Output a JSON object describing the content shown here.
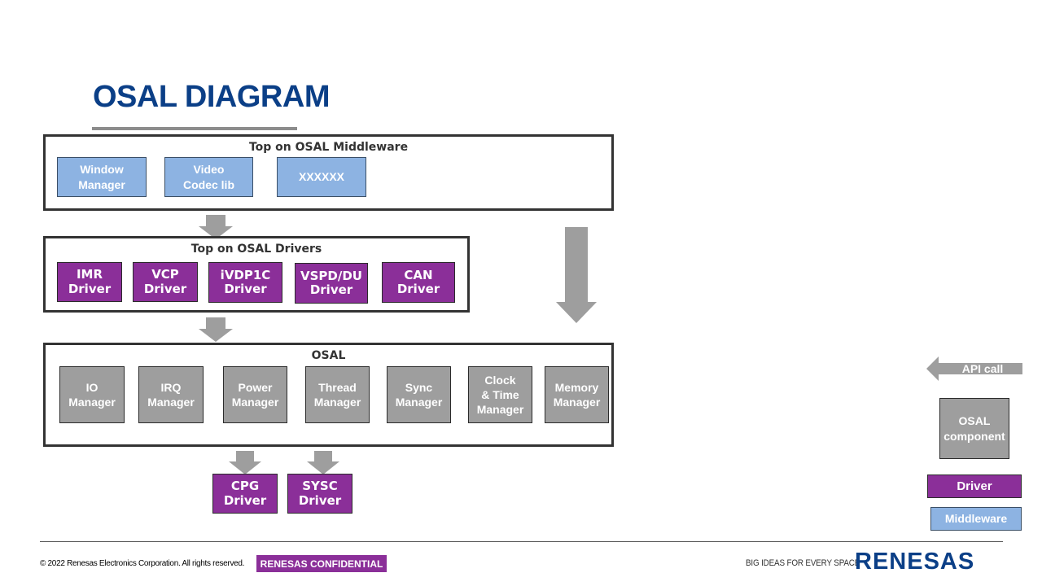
{
  "title": "OSAL DIAGRAM",
  "middleware_group": {
    "label": "Top on OSAL Middleware",
    "items": [
      "Window\nManager",
      "Video\nCodec lib",
      "XXXXXX"
    ]
  },
  "drivers_group": {
    "label": "Top on OSAL Drivers",
    "items": [
      "IMR\nDriver",
      "VCP\nDriver",
      "iVDP1C\nDriver",
      "VSPD/DU\nDriver",
      "CAN\nDriver"
    ]
  },
  "osal_group": {
    "label": "OSAL",
    "items": [
      "IO\nManager",
      "IRQ\nManager",
      "Power\nManager",
      "Thread\nManager",
      "Sync\nManager",
      "Clock\n& Time\nManager",
      "Memory\nManager"
    ]
  },
  "low_drivers": [
    "CPG\nDriver",
    "SYSC\nDriver"
  ],
  "legend": {
    "api_call": "API call",
    "osal_component": "OSAL\ncomponent",
    "driver": "Driver",
    "middleware": "Middleware"
  },
  "footer": {
    "copyright": "© 2022 Renesas Electronics Corporation. All rights reserved.",
    "confidential": "RENESAS CONFIDENTIAL",
    "tagline": "BIG IDEAS FOR EVERY SPACE",
    "logo": "RENESAS"
  },
  "colors": {
    "title": "#0b3f87",
    "middleware": "#8db3e2",
    "driver": "#8b2f99",
    "osal_component": "#9e9e9e",
    "arrow": "#9e9e9e"
  }
}
